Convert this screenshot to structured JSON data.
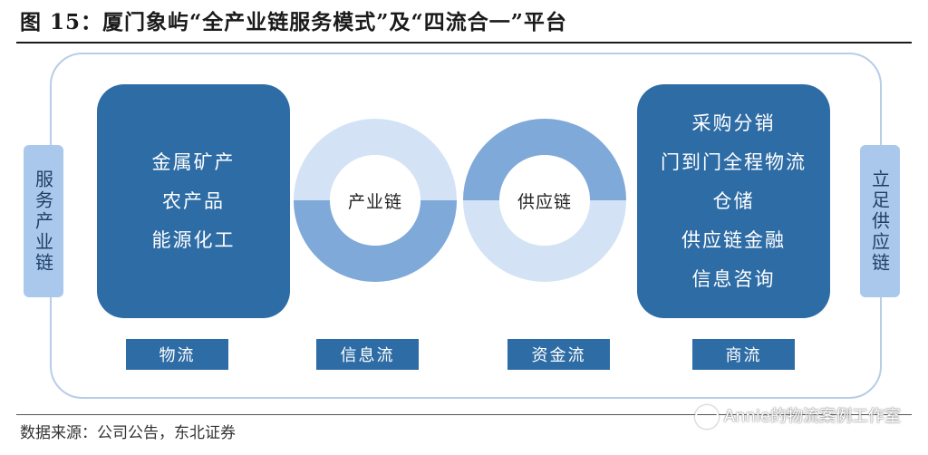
{
  "title": "图 15：厦门象屿“全产业链服务模式”及“四流合一”平台",
  "left_tab": "服务产业链",
  "right_tab": "立足供应链",
  "left_box": [
    "金属矿产",
    "农产品",
    "能源化工"
  ],
  "right_box": [
    "采购分销",
    "门到门全程物流",
    "仓储",
    "供应链金融",
    "信息咨询"
  ],
  "ring_left_label": "产业链",
  "ring_right_label": "供应链",
  "flows": [
    "物流",
    "信息流",
    "资金流",
    "商流"
  ],
  "source": "数据来源：公司公告，东北证券",
  "watermark": "Annie的物流案例工作室",
  "colors": {
    "dark_blue": "#2e6ca5",
    "ring_mid": "#7fa9d8",
    "ring_light": "#d3e3f5",
    "tab_blue": "#aac8ec",
    "frame": "#b7cde8"
  }
}
